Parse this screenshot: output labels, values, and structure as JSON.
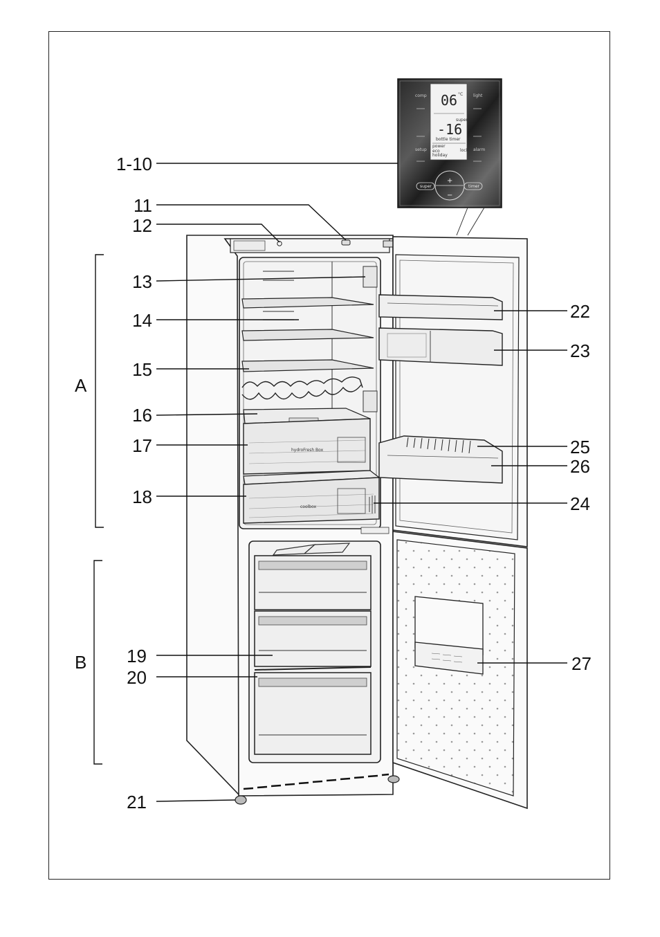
{
  "callouts": {
    "c1_10": "1-10",
    "c11": "11",
    "c12": "12",
    "c13": "13",
    "c14": "14",
    "c15": "15",
    "c16": "16",
    "c17": "17",
    "c18": "18",
    "c19": "19",
    "c20": "20",
    "c21": "21",
    "c22": "22",
    "c23": "23",
    "c24": "24",
    "c25": "25",
    "c26": "26",
    "c27": "27"
  },
  "sections": {
    "a": "A",
    "b": "B"
  },
  "panel": {
    "fridge_temp": "06",
    "fridge_unit": "°C",
    "freezer_temp": "-16",
    "labels": {
      "comp": "comp",
      "light": "light",
      "super_small": "super",
      "bottle_timer": "bottle timer",
      "power": "power",
      "lock": "lock",
      "setup": "setup",
      "alarm": "alarm",
      "eco": "eco",
      "holiday": "holiday",
      "plus": "+",
      "minus": "−",
      "super_btn": "super",
      "timer_btn": "timer"
    }
  },
  "box_labels": {
    "hydrofresh": "hydroFresh Box",
    "coolbox": "coolbox"
  }
}
